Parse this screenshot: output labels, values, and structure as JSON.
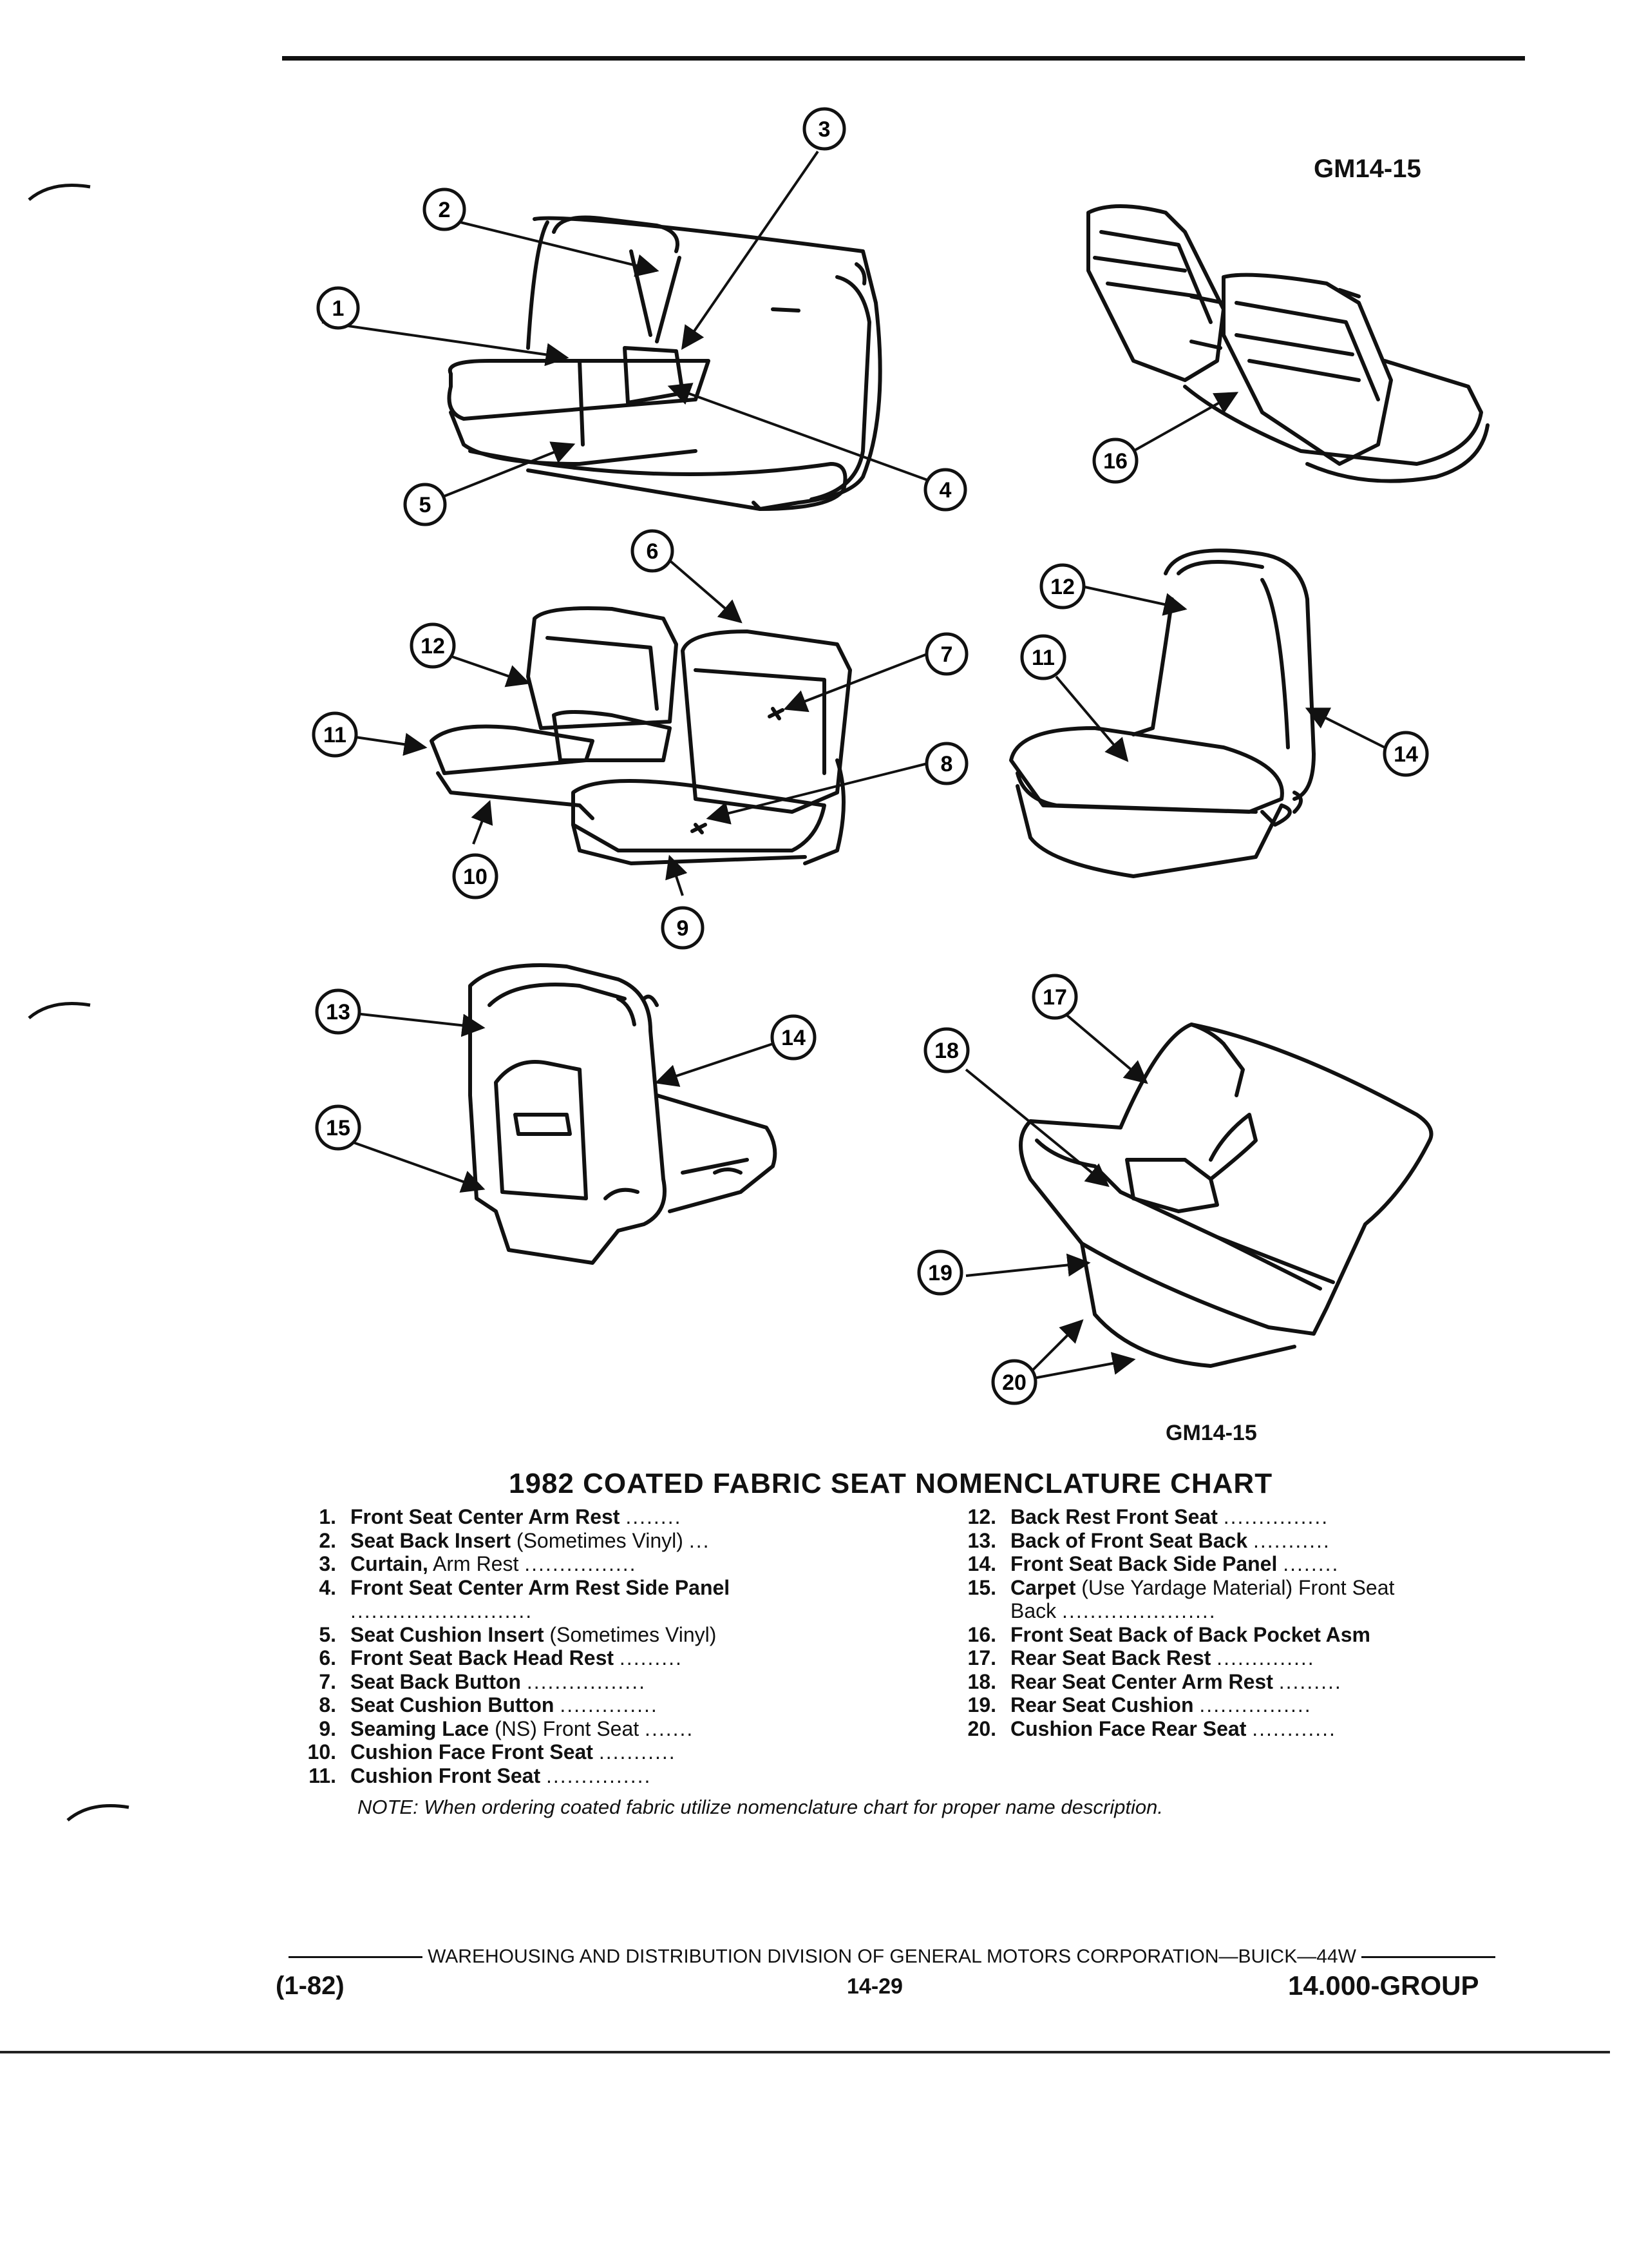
{
  "figure": {
    "code_top": "GM14-15",
    "code_bottom": "GM14-15",
    "callouts": [
      "1",
      "2",
      "3",
      "4",
      "5",
      "6",
      "7",
      "8",
      "9",
      "10",
      "11",
      "12",
      "12",
      "11",
      "14",
      "13",
      "14",
      "15",
      "16",
      "17",
      "18",
      "19",
      "20"
    ]
  },
  "chart": {
    "title": "1982 COATED FABRIC SEAT NOMENCLATURE CHART",
    "left": [
      {
        "num": "1.",
        "name": "Front Seat Center Arm Rest",
        "extra": "",
        "dots": "........"
      },
      {
        "num": "2.",
        "name": "Seat Back Insert",
        "extra": " (Sometimes Vinyl)",
        "dots": "..."
      },
      {
        "num": "3.",
        "name": "Curtain,",
        "extra": " Arm Rest",
        "dots": "................"
      },
      {
        "num": "4.",
        "name": "Front Seat Center Arm Rest Side Panel",
        "extra": "",
        "dots": ".........................."
      },
      {
        "num": "5.",
        "name": "Seat Cushion Insert",
        "extra": " (Sometimes Vinyl)",
        "dots": ""
      },
      {
        "num": "6.",
        "name": "Front Seat Back Head Rest",
        "extra": "",
        "dots": "........."
      },
      {
        "num": "7.",
        "name": "Seat Back Button",
        "extra": "",
        "dots": "................."
      },
      {
        "num": "8.",
        "name": "Seat Cushion Button",
        "extra": "",
        "dots": ".............."
      },
      {
        "num": "9.",
        "name": "Seaming Lace",
        "extra": " (NS) Front Seat",
        "dots": "......."
      },
      {
        "num": "10.",
        "name": "Cushion Face Front Seat",
        "extra": "",
        "dots": "..........."
      },
      {
        "num": "11.",
        "name": "Cushion Front Seat",
        "extra": "",
        "dots": "..............."
      }
    ],
    "right": [
      {
        "num": "12.",
        "name": "Back Rest Front Seat",
        "extra": "",
        "dots": "..............."
      },
      {
        "num": "13.",
        "name": "Back of Front Seat Back",
        "extra": "",
        "dots": "..........."
      },
      {
        "num": "14.",
        "name": "Front Seat Back Side Panel",
        "extra": "",
        "dots": "........"
      },
      {
        "num": "15.",
        "name": "Carpet",
        "extra": " (Use Yardage Material) Front Seat Back",
        "dots": "......................"
      },
      {
        "num": "16.",
        "name": "Front Seat Back of Back Pocket Asm",
        "extra": "",
        "dots": ""
      },
      {
        "num": "17.",
        "name": "Rear Seat Back Rest",
        "extra": "",
        "dots": ".............."
      },
      {
        "num": "18.",
        "name": "Rear Seat Center Arm Rest",
        "extra": "",
        "dots": "........."
      },
      {
        "num": "19.",
        "name": "Rear Seat Cushion",
        "extra": "",
        "dots": "................"
      },
      {
        "num": "20.",
        "name": "Cushion Face Rear Seat",
        "extra": "",
        "dots": "............"
      }
    ],
    "note": "NOTE: When ordering coated fabric utilize nomenclature chart for proper name description."
  },
  "footer": {
    "division": "WAREHOUSING AND DISTRIBUTION DIVISION OF GENERAL MOTORS CORPORATION—BUICK—44W",
    "date": "(1-82)",
    "page": "14-29",
    "group": "14.000-GROUP"
  }
}
